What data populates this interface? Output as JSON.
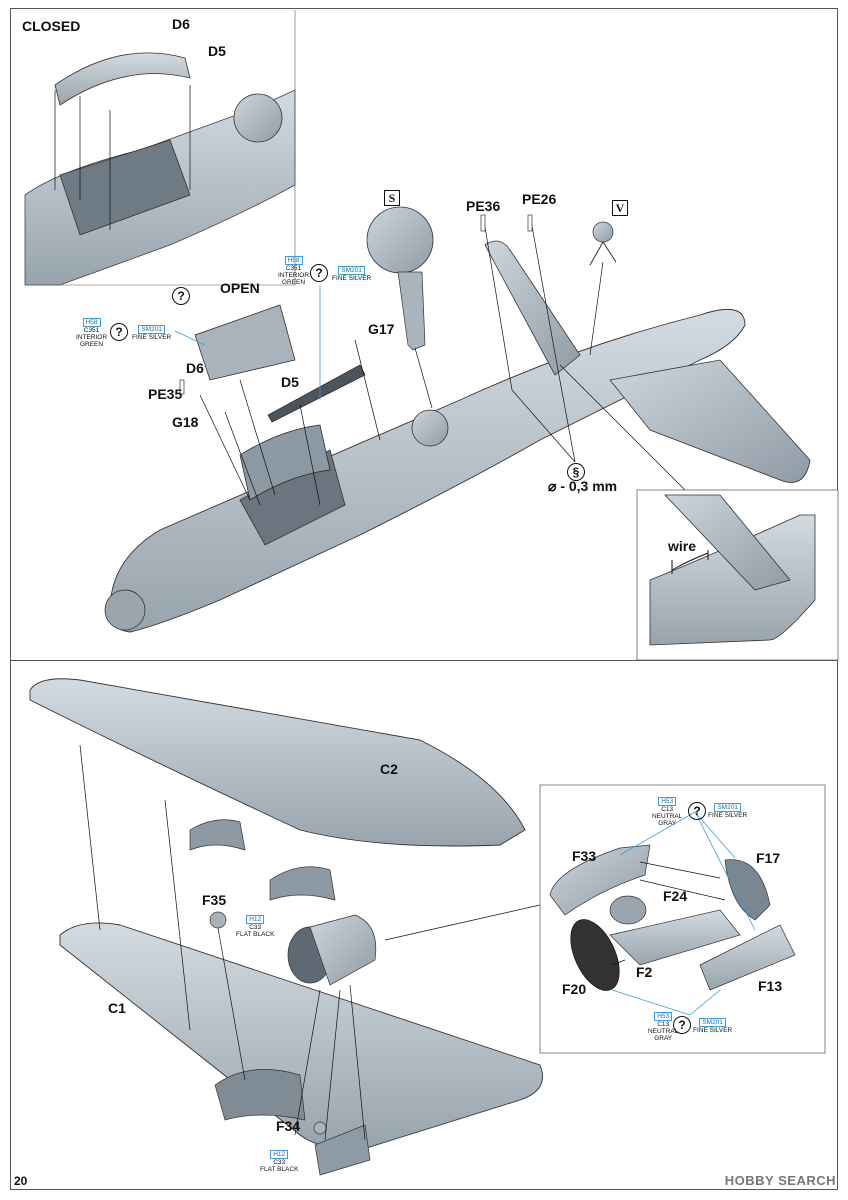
{
  "page": {
    "number": "20"
  },
  "top": {
    "closed_label": "CLOSED",
    "open_label": "OPEN",
    "parts": {
      "d6_top": "D6",
      "d5_top": "D5",
      "d6": "D6",
      "d5": "D5",
      "pe35": "PE35",
      "g18": "G18",
      "g17": "G17",
      "pe36": "PE36",
      "pe26": "PE26"
    },
    "turret_s": "S",
    "turret_v": "V",
    "wire_note": "⌀ - 0,3 mm",
    "wire_label": "wire",
    "paint_left": {
      "h": "H58",
      "c": "C351",
      "name1": "INTERIOR",
      "name2": "GREEN",
      "sm": "SM201",
      "sm_name": "FINE SILVER"
    },
    "paint_mid": {
      "h": "H58",
      "c": "C351",
      "name1": "INTERIOR",
      "name2": "GREEN",
      "sm": "SM201",
      "sm_name": "FINE SILVER"
    }
  },
  "bottom": {
    "parts": {
      "c2": "C2",
      "c1": "C1",
      "f35": "F35",
      "f34": "F34"
    },
    "paint_f35": {
      "h": "H12",
      "c": "C33",
      "name": "FLAT BLACK"
    },
    "paint_f34": {
      "h": "H12",
      "c": "C33",
      "name": "FLAT BLACK"
    },
    "inset": {
      "parts": {
        "f33": "F33",
        "f17": "F17",
        "f24": "F24",
        "f2": "F2",
        "f20": "F20",
        "f13": "F13"
      },
      "paint_top": {
        "h": "H53",
        "c": "C13",
        "name1": "NEUTRAL",
        "name2": "GRAY",
        "sm": "SM201",
        "sm_name": "FINE SILVER"
      },
      "paint_bottom": {
        "h": "H53",
        "c": "C13",
        "name1": "NEUTRAL",
        "name2": "GRAY",
        "sm": "SM201",
        "sm_name": "FINE SILVER"
      }
    }
  },
  "watermark": "HOBBY SEARCH",
  "colors": {
    "model_fill": "#b9c4cc",
    "model_dark": "#7d8892",
    "line": "#1a1a1a",
    "accent": "#3aa0d8"
  }
}
